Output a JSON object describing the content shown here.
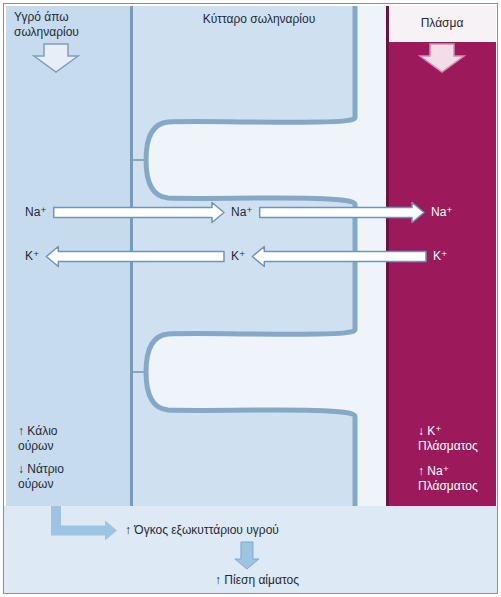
{
  "diagram": {
    "nodes": [
      {
        "text": [
          "Υγρό άπω σωληναρίου",
          "↑ Κάλιο ούρων",
          "↓ Νάτριο ούρων"
        ]
      },
      {
        "text": [
          "Na⁺"
        ],
        "in": 0
      },
      {
        "text": [
          "K⁺"
        ],
        "in": 0
      },
      {
        "text": [
          "Κύτταρο σωληναρίου"
        ]
      },
      {
        "text": [
          "Na⁺"
        ],
        "in": 3
      },
      {
        "text": [
          "K⁺"
        ],
        "in": 3
      },
      {
        "text": [
          "Πλάσμα",
          "↓ K⁺ Πλάσματος",
          "↑ Na⁺ Πλάσματος"
        ]
      },
      {
        "text": [
          "Na⁺"
        ],
        "in": 6
      },
      {
        "text": [
          "K⁺"
        ],
        "in": 6
      },
      {
        "text": [
          "↑ Όγκος εξωκυττάριου υγρού"
        ]
      },
      {
        "text": [
          "↑ Πίεση αίματος"
        ]
      }
    ],
    "edges": [
      {
        "from": 1,
        "to": 4,
        "arrow": "to"
      },
      {
        "from": 4,
        "to": 7,
        "arrow": "to"
      },
      {
        "from": 8,
        "to": 5,
        "arrow": "to"
      },
      {
        "from": 5,
        "to": 2,
        "arrow": "to"
      },
      {
        "from": 0,
        "to": 9,
        "arrow": "to"
      },
      {
        "from": 9,
        "to": 10,
        "arrow": "to"
      }
    ]
  }
}
